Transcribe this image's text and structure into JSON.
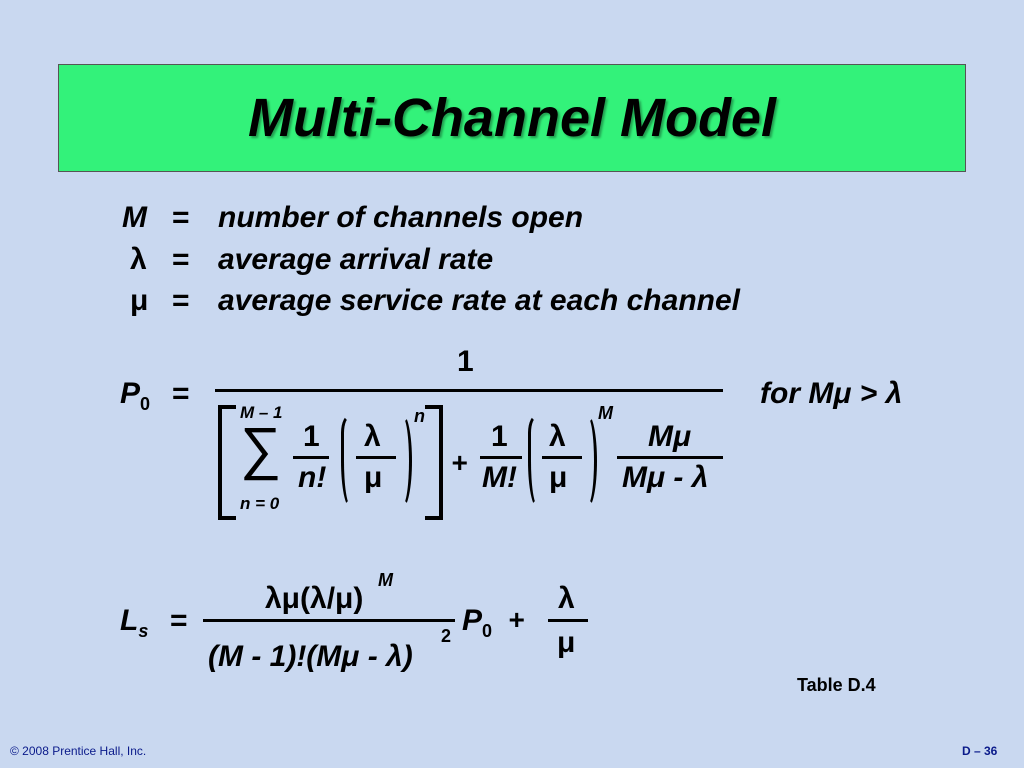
{
  "title": "Multi-Channel Model",
  "definitions": [
    {
      "symbol": "M",
      "eq": "=",
      "text": "number of channels open"
    },
    {
      "symbol": "λ",
      "eq": "=",
      "text": "average arrival rate"
    },
    {
      "symbol": "μ",
      "eq": "=",
      "text": "average service rate at each channel"
    }
  ],
  "p0": {
    "lhs": "P",
    "lhs_sub": "0",
    "eq": "=",
    "numerator": "1",
    "sum_top": "M – 1",
    "sum_bottom": "n = 0",
    "sigma": "∑",
    "frac1_num": "1",
    "frac1_den": "n!",
    "lambda": "λ",
    "mu": "μ",
    "exp_n": "n",
    "plus": "+",
    "frac2_num": "1",
    "frac2_den": "M!",
    "exp_M": "M",
    "frac3_num": "Mμ",
    "frac3_den": "Mμ - λ",
    "condition": "for Mμ > λ"
  },
  "ls": {
    "lhs": "L",
    "lhs_sub": "s",
    "eq": "=",
    "numerator": "λμ(λ/μ)",
    "num_exp": "M",
    "denominator": "(M - 1)!(Mμ - λ)",
    "den_exp": "2",
    "p0": "P",
    "p0_sub": "0",
    "plus": "+",
    "tail_num": "λ",
    "tail_den": "μ"
  },
  "caption": "Table D.4",
  "footer": {
    "copyright": "© 2008 Prentice Hall, Inc.",
    "page": "D – 36"
  }
}
